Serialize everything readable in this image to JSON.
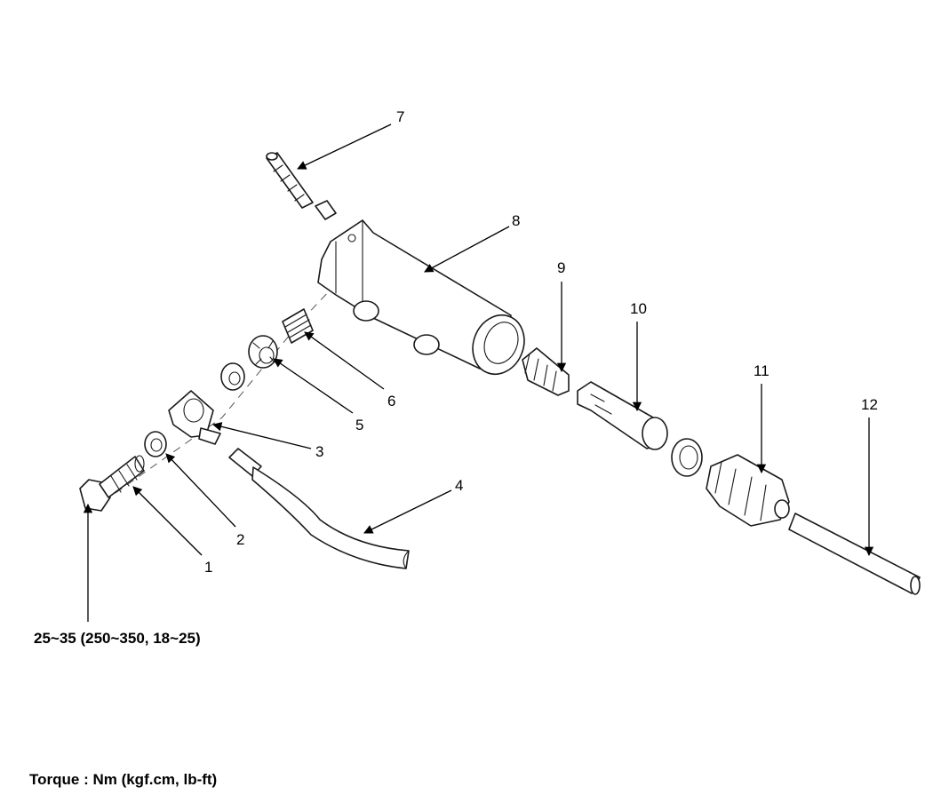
{
  "callouts": {
    "c1": "1",
    "c2": "2",
    "c3": "3",
    "c4": "4",
    "c5": "5",
    "c6": "6",
    "c7": "7",
    "c8": "8",
    "c9": "9",
    "c10": "10",
    "c11": "11",
    "c12": "12"
  },
  "torque_spec": "25~35 (250~350, 18~25)",
  "torque_legend": "Torque : Nm (kgf.cm, lb-ft)",
  "colors": {
    "line": "#1a1a1a",
    "background": "#ffffff"
  }
}
